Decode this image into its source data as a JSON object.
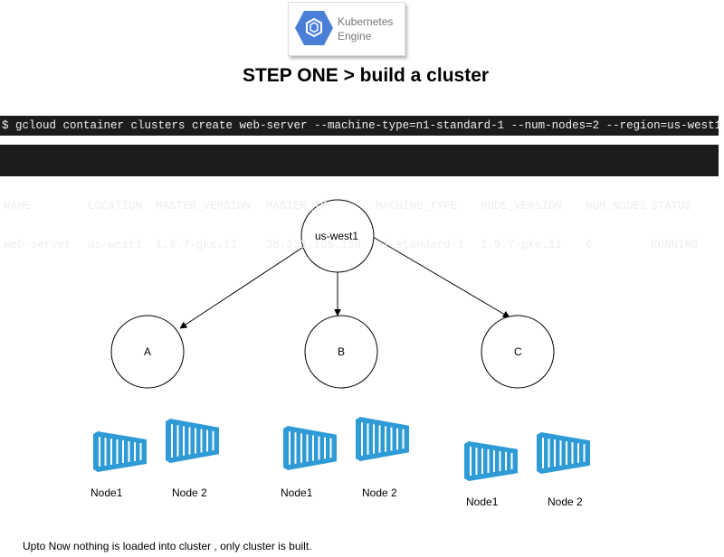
{
  "logo": {
    "line1": "Kubernetes",
    "line2": "Engine",
    "color": "#4a7fd8"
  },
  "title": "STEP ONE > build a cluster",
  "terminal": {
    "command": "$ gcloud container clusters create web-server --machine-type=n1-standard-1 --num-nodes=2 --region=us-west1",
    "headers": [
      "NAME",
      "LOCATION",
      "MASTER_VERSION",
      "MASTER_IP",
      "MACHINE_TYPE",
      "NODE_VERSION",
      "NUM_NODES",
      "STATUS"
    ],
    "row": [
      "web-server",
      "us-west1",
      "1.9.7-gke.11",
      "35.233.165.159",
      "n1-standard-1",
      "1.9.7-gke.11",
      "6",
      "RUNNING"
    ]
  },
  "diagram": {
    "root": "us-west1",
    "zones": [
      "A",
      "B",
      "C"
    ],
    "nodes": [
      [
        "Node1",
        "Node 2"
      ],
      [
        "Node1",
        "Node 2"
      ],
      [
        "Node1",
        "Node 2"
      ]
    ],
    "node_color": "#2f9bd6"
  },
  "note": "Upto Now nothing is loaded into cluster , only cluster is built."
}
